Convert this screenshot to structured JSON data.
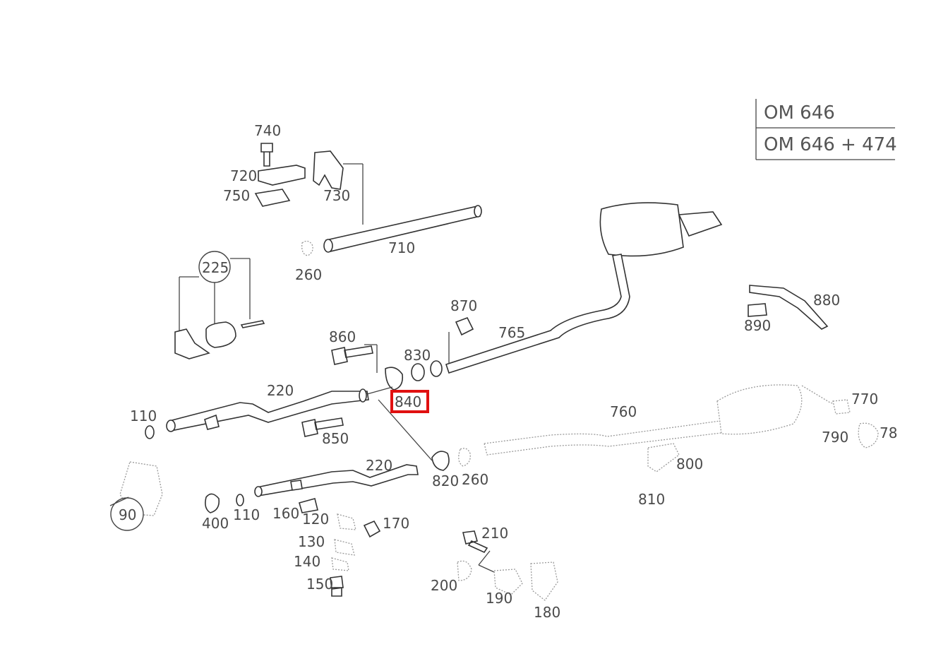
{
  "legend": {
    "row1": "OM 646",
    "row2": "OM 646 + 474"
  },
  "highlight_color": "#e01010",
  "highlighted_part": "840",
  "labels": {
    "p740": "740",
    "p720": "720",
    "p750": "750",
    "p730": "730",
    "p710": "710",
    "p260a": "260",
    "p225": "225",
    "p870": "870",
    "p765": "765",
    "p880": "880",
    "p890": "890",
    "p860": "860",
    "p830": "830",
    "p220a": "220",
    "p840": "840",
    "p110a": "110",
    "p850": "850",
    "p760": "760",
    "p770": "770",
    "p790": "790",
    "p78": "78",
    "p800": "800",
    "p810": "810",
    "p220b": "220",
    "p820": "820",
    "p260b": "260",
    "p90": "90",
    "p400": "400",
    "p110b": "110",
    "p160": "160",
    "p120": "120",
    "p170": "170",
    "p130": "130",
    "p140": "140",
    "p150": "150",
    "p210": "210",
    "p200": "200",
    "p190": "190",
    "p180": "180"
  }
}
